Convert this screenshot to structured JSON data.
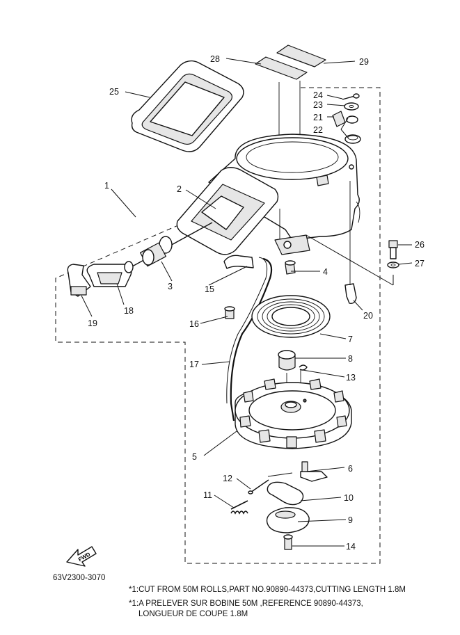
{
  "drawing_code": "63V2300-3070",
  "notes": [
    "*1:CUT FROM 50M ROLLS,PART NO.90890-44373,CUTTING LENGTH 1.8M",
    "*1:A PRELEVER SUR BOBINE 50M ,REFERENCE 90890-44373,",
    "LONGUEUR DE COUPE 1.8M"
  ],
  "fwd_label": "FWD",
  "callouts": {
    "c1": "1",
    "c2": "2",
    "c3": "3",
    "c4": "4",
    "c5": "5",
    "c6": "6",
    "c7": "7",
    "c8": "8",
    "c9": "9",
    "c10": "10",
    "c11": "11",
    "c12": "12",
    "c13": "13",
    "c14": "14",
    "c15": "15",
    "c16": "16",
    "c17": "17",
    "c18": "18",
    "c19": "19",
    "c20": "20",
    "c21": "21",
    "c22": "22",
    "c23": "23",
    "c24": "24",
    "c25": "25",
    "c26": "26",
    "c27": "27",
    "c28": "28",
    "c29": "29"
  }
}
